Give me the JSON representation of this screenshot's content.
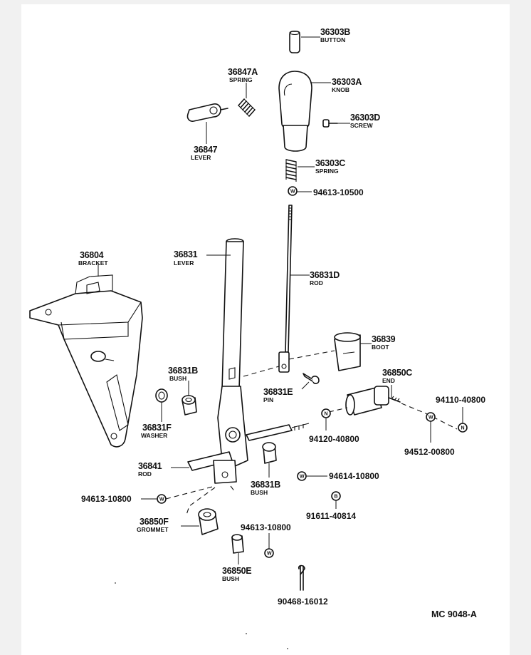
{
  "parts": {
    "p36303B": {
      "number": "36303B",
      "name": "BUTTON"
    },
    "p36847A": {
      "number": "36847A",
      "name": "SPRING"
    },
    "p36303A": {
      "number": "36303A",
      "name": "KNOB"
    },
    "p36303D": {
      "number": "36303D",
      "name": "SCREW"
    },
    "p36847": {
      "number": "36847",
      "name": "LEVER"
    },
    "p36303C": {
      "number": "36303C",
      "name": "SPRING"
    },
    "p94613_10500": {
      "number": "94613-10500"
    },
    "p36804": {
      "number": "36804",
      "name": "BRACKET"
    },
    "p36831": {
      "number": "36831",
      "name": "LEVER"
    },
    "p36831D": {
      "number": "36831D",
      "name": "ROD"
    },
    "p36839": {
      "number": "36839",
      "name": "BOOT"
    },
    "p36831B_top": {
      "number": "36831B",
      "name": "BUSH"
    },
    "p36850C": {
      "number": "36850C",
      "name": "END"
    },
    "p36831E": {
      "number": "36831E",
      "name": "PIN"
    },
    "p94110_40800": {
      "number": "94110-40800"
    },
    "p36831F": {
      "number": "36831F",
      "name": "WASHER"
    },
    "p94120_40800": {
      "number": "94120-40800"
    },
    "p94512_00800": {
      "number": "94512-00800"
    },
    "p36841": {
      "number": "36841",
      "name": "ROD"
    },
    "p94614_10800": {
      "number": "94614-10800"
    },
    "p94613_10800_left": {
      "number": "94613-10800"
    },
    "p36831B_bottom": {
      "number": "36831B",
      "name": "BUSH"
    },
    "p91611_40814": {
      "number": "91611-40814"
    },
    "p36850F": {
      "number": "36850F",
      "name": "GROMMET"
    },
    "p94613_10800_bottom": {
      "number": "94613-10800"
    },
    "p36850E": {
      "number": "36850E",
      "name": "BUSH"
    },
    "p90468_16012": {
      "number": "90468-16012"
    }
  },
  "symbols": {
    "washer": "W",
    "nut": "N",
    "bolt": "B"
  },
  "drawing_code": "MC  9048-A"
}
